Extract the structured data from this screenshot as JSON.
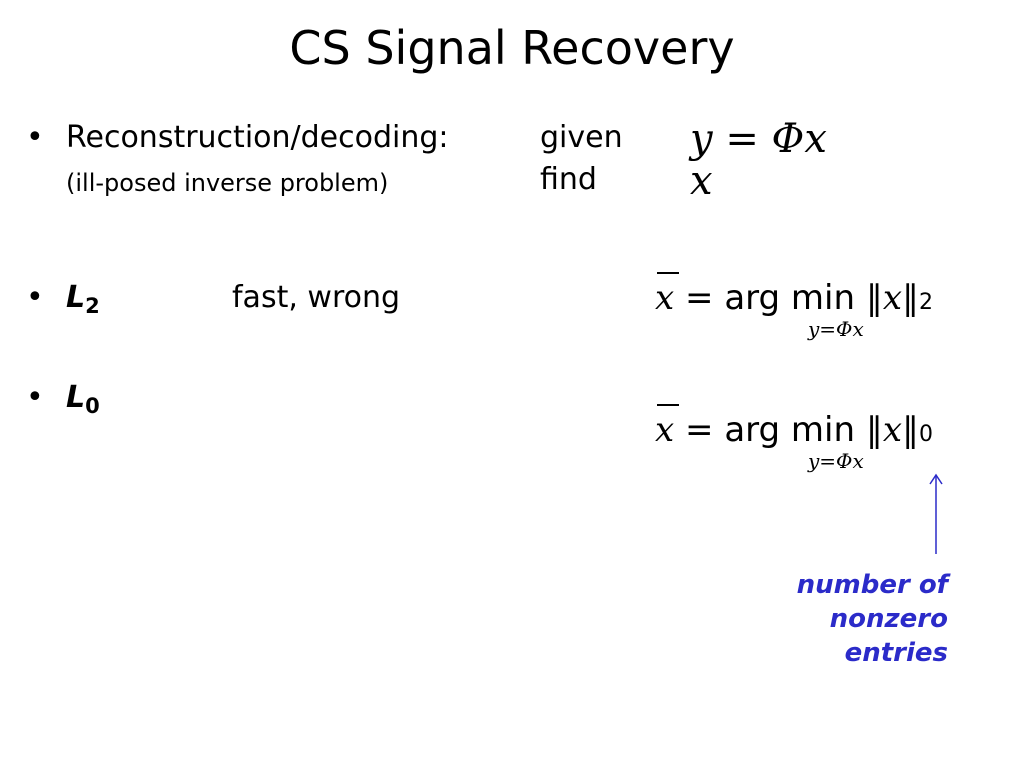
{
  "slide": {
    "title": "CS Signal Recovery"
  },
  "bullets": {
    "b1_marker": "•",
    "b1_text": "Reconstruction/decoding:",
    "b1_sub": "(ill-posed inverse problem)",
    "b1_given": "given",
    "b1_find": "find",
    "b2_marker": "•",
    "b2_L": "L",
    "b2_sub": "2",
    "b2_text": "fast, wrong",
    "b3_marker": "•",
    "b3_L": "L",
    "b3_sub": "0"
  },
  "math": {
    "eq_given": "y = Φx",
    "eq_find": "x",
    "xhat": "x",
    "equals": "=",
    "argmin": "arg min",
    "constraint": "y=Φx",
    "norm2": "‖x‖",
    "norm2_sub": "2",
    "norm0": "‖x‖",
    "norm0_sub": "0"
  },
  "annotation": {
    "line1": "number of",
    "line2": "nonzero",
    "line3": "entries",
    "arrow_color": "#2b2bc9"
  }
}
